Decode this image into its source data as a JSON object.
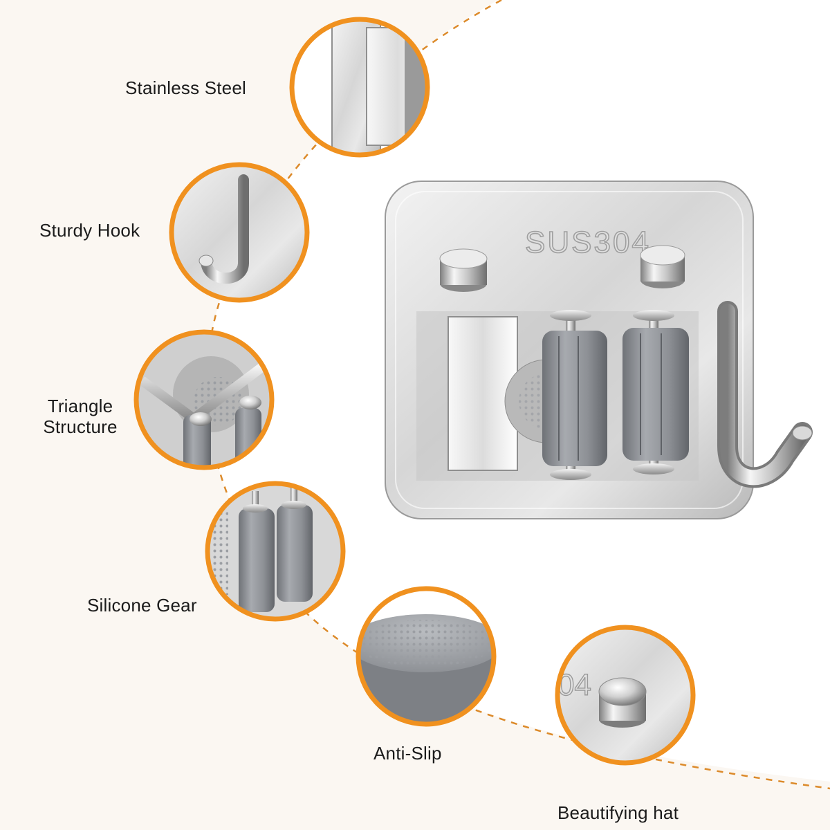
{
  "colors": {
    "background_left": "#fbf7f2",
    "background_right": "#ffffff",
    "accent_orange": "#f0911f",
    "dash_orange": "#dc8a2a",
    "steel_light": "#e9e9e9",
    "steel_dark": "#a9a9a9",
    "silicone_gray": "#8a8d92"
  },
  "product": {
    "plate_engraving": "SUS304",
    "icons": [
      "mounting-plate",
      "hat-left",
      "hat-right",
      "spring-clamp",
      "roller-left",
      "roller-right",
      "j-hook"
    ]
  },
  "features": [
    {
      "id": "stainless-steel",
      "label": "Stainless Steel",
      "icon": "steel-bracket-closeup"
    },
    {
      "id": "sturdy-hook",
      "label": "Sturdy Hook",
      "icon": "hook-closeup"
    },
    {
      "id": "triangle-structure",
      "label": "Triangle\nStructure",
      "line1": "Triangle",
      "line2": "Structure",
      "icon": "clamp-closeup"
    },
    {
      "id": "silicone-gear",
      "label": "Silicone Gear",
      "icon": "roller-closeup"
    },
    {
      "id": "anti-slip",
      "label": "Anti-Slip",
      "icon": "textured-pad-closeup"
    },
    {
      "id": "beautifying-hat",
      "label": "Beautifying hat",
      "icon": "hat-closeup",
      "hat_engraving_fragment": "04"
    }
  ]
}
